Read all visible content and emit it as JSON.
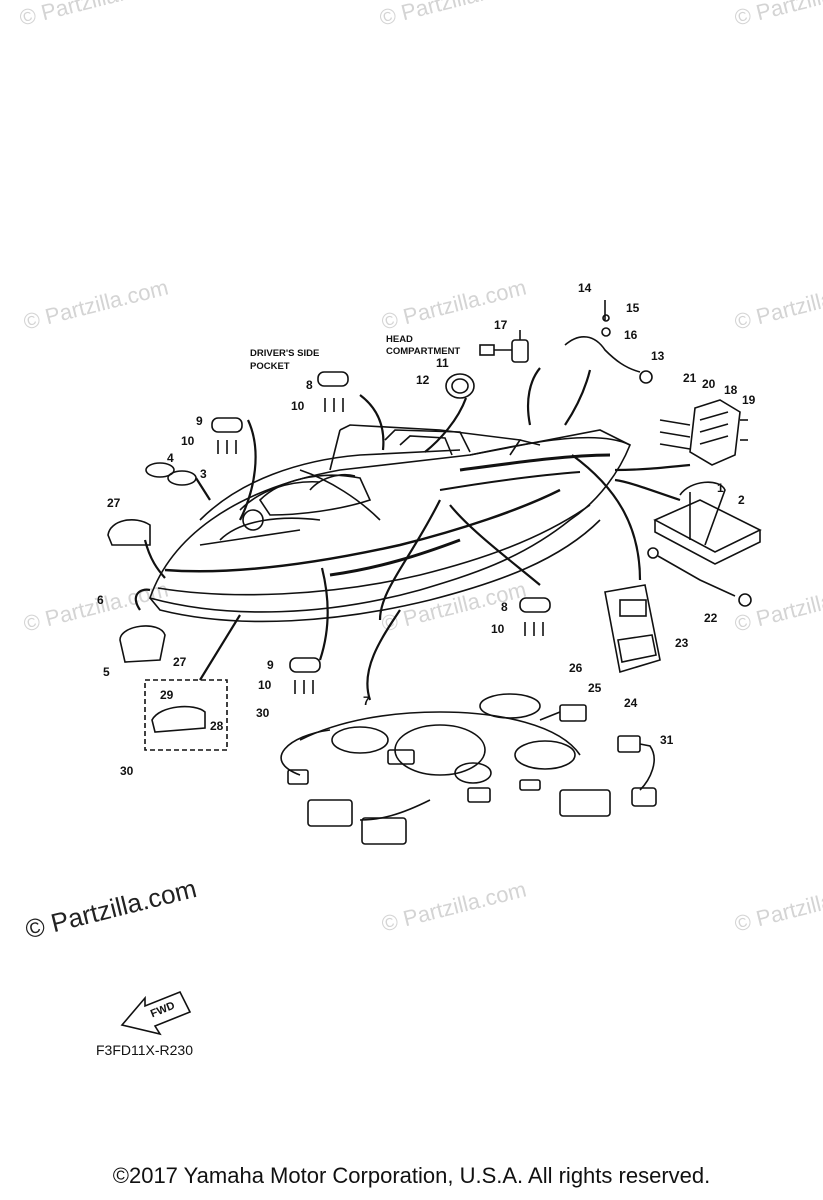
{
  "watermarks": {
    "faint": "© Partzilla.com",
    "strong": "© Partzilla.com"
  },
  "labels": {
    "drivers_side_pocket_line1": "DRIVER'S SIDE",
    "drivers_side_pocket_line2": "POCKET",
    "head_compartment_line1": "HEAD",
    "head_compartment_line2": "COMPARTMENT"
  },
  "callouts": [
    "1",
    "2",
    "3",
    "4",
    "5",
    "6",
    "7",
    "8",
    "9",
    "10",
    "11",
    "12",
    "13",
    "14",
    "15",
    "16",
    "17",
    "18",
    "19",
    "20",
    "21",
    "22",
    "23",
    "24",
    "25",
    "26",
    "27",
    "28",
    "29",
    "30",
    "31"
  ],
  "diagram_code": "F3FD11X-R230",
  "fwd_label": "FWD",
  "copyright": "©2017  Yamaha Motor Corporation, U.S.A. All rights reserved.",
  "colors": {
    "ink": "#111111",
    "watermark": "#d4d4d4"
  }
}
